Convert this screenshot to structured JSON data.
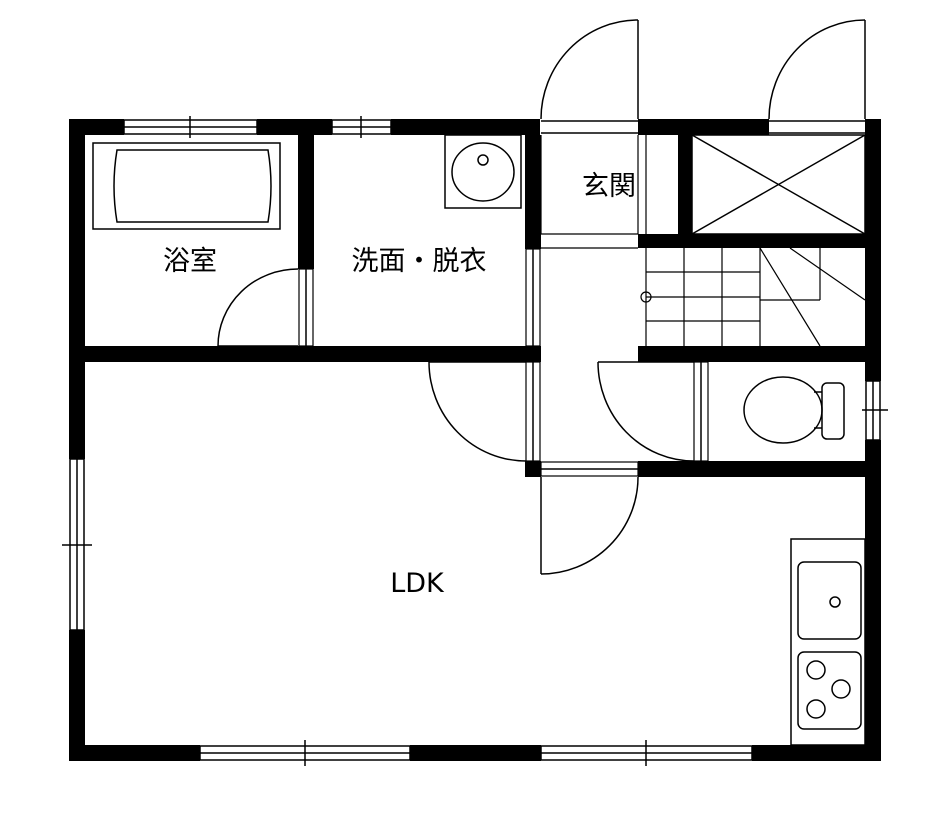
{
  "rooms": {
    "bathroom": "浴室",
    "washroom": "洗面・脱衣",
    "entrance": "玄関",
    "ldk": "LDK"
  }
}
